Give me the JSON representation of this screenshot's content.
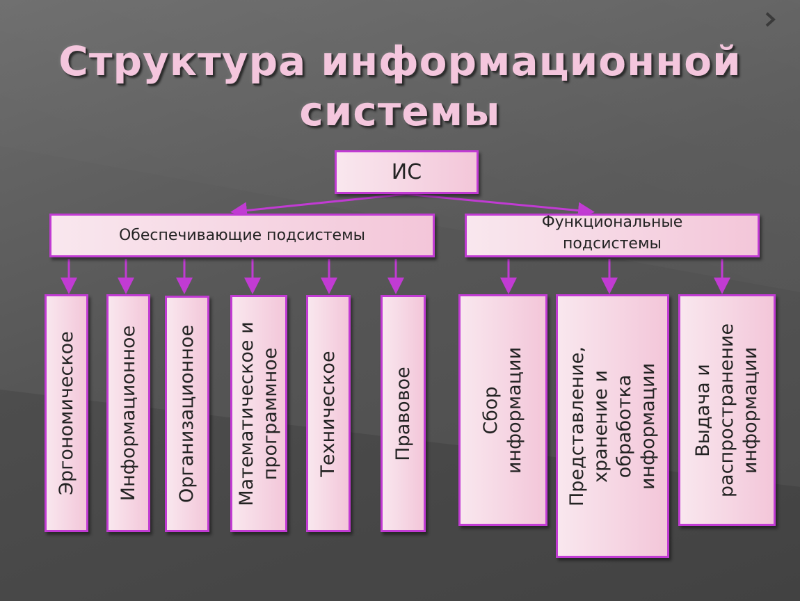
{
  "title": {
    "line1": "Структура информационной",
    "line2": "системы"
  },
  "root": {
    "label": "ИС"
  },
  "support": {
    "label": "Обеспечивающие подсистемы",
    "items": [
      {
        "lines": [
          "Эргономическое"
        ]
      },
      {
        "lines": [
          "Информационное"
        ]
      },
      {
        "lines": [
          "Организационное"
        ]
      },
      {
        "lines": [
          "Математическое и",
          "программное"
        ]
      },
      {
        "lines": [
          "Техническое"
        ]
      },
      {
        "lines": [
          "Правовое"
        ]
      }
    ]
  },
  "functional": {
    "label_line1": "Функциональные",
    "label_line2": "подсистемы",
    "items": [
      {
        "lines": [
          "Сбор",
          "информации"
        ]
      },
      {
        "lines": [
          "Представление,",
          "хранение и",
          "обработка",
          "информации"
        ]
      },
      {
        "lines": [
          "Выдача и",
          "распространение",
          "информации"
        ]
      }
    ]
  },
  "colors": {
    "background": "#5a5a5a",
    "title": "#f4c6dd",
    "box_fill": "#f6d7e4",
    "box_border": "#c13bd3",
    "arrow": "#c13bd3",
    "text": "#232323"
  },
  "icons": {
    "corner": "chevron-right-icon"
  }
}
